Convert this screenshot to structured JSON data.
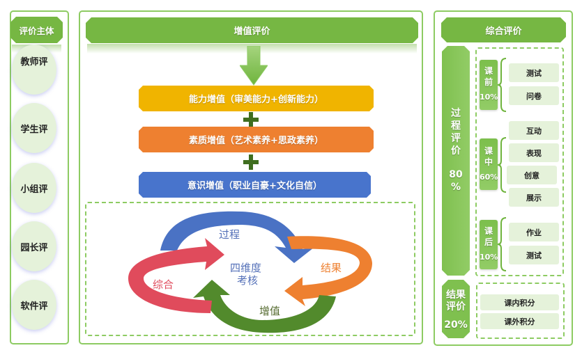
{
  "left": {
    "header": "评价主体",
    "evaluators": [
      "教师评",
      "学生评",
      "小组评",
      "园长评",
      "软件评"
    ]
  },
  "middle": {
    "header": "增值评价",
    "bars": [
      {
        "label": "能力增值（审美能力+创新能力）",
        "color": "#f0b400"
      },
      {
        "label": "素质增值（艺术素养+思政素养）",
        "color": "#ee8030"
      },
      {
        "label": "意识增值（职业自豪+文化自信）",
        "color": "#4874cc"
      }
    ],
    "cycle": {
      "center_line1": "四维度",
      "center_line2": "考核",
      "segments": [
        {
          "label": "过程",
          "color": "#4a72c4"
        },
        {
          "label": "结果",
          "color": "#ee8030"
        },
        {
          "label": "增值",
          "color": "#528a2c"
        },
        {
          "label": "综合",
          "color": "#e04b5c"
        }
      ]
    }
  },
  "right": {
    "header": "综合评价",
    "process": {
      "label_chars": [
        "过",
        "程",
        "评",
        "价"
      ],
      "percent": "80",
      "percent_sign": "%"
    },
    "phases": [
      {
        "chars": [
          "课",
          "前"
        ],
        "percent": "10%",
        "items": [
          "测试",
          "问卷"
        ]
      },
      {
        "chars": [
          "课",
          "中"
        ],
        "percent": "60%",
        "items": [
          "互动",
          "表现",
          "创意",
          "展示"
        ]
      },
      {
        "chars": [
          "课",
          "后"
        ],
        "percent": "10%",
        "items": [
          "作业",
          "测试"
        ]
      }
    ],
    "result": {
      "line1": "结果",
      "line2": "评价",
      "percent": "20%",
      "items": [
        "课内积分",
        "课外积分"
      ]
    }
  },
  "colors": {
    "primary_green": "#76b743",
    "light_green": "#e5f2da",
    "border_green": "#8dcb62"
  }
}
